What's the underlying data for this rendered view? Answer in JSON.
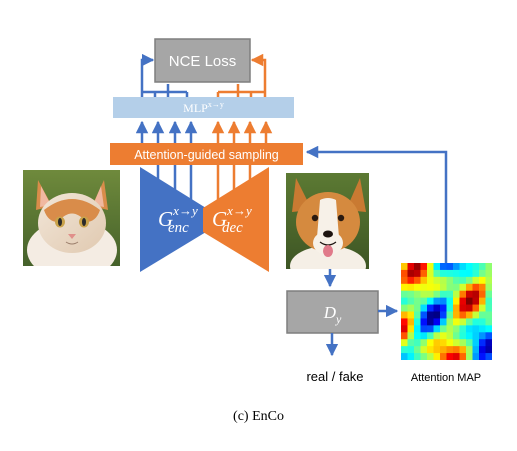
{
  "loss_box": {
    "label": "NCE Loss"
  },
  "mlp_bar": {
    "label": "MLP",
    "superscript": "x→y"
  },
  "sampling_bar": {
    "label": "Attention-guided sampling"
  },
  "encoder": {
    "symbol": "G",
    "superscript": "x→y",
    "subscript": "enc"
  },
  "decoder": {
    "symbol": "G",
    "superscript": "x→y",
    "subscript": "dec"
  },
  "discriminator": {
    "symbol": "D",
    "subscript": "y"
  },
  "output_label": "real / fake",
  "attention_map_label": "Attention MAP",
  "caption": "(c) EnCo",
  "images": [
    {
      "name": "input-cat-image",
      "subject": "cat"
    },
    {
      "name": "output-dog-image",
      "subject": "dog"
    },
    {
      "name": "attention-heatmap-image",
      "subject": "attention map"
    }
  ],
  "colors": {
    "blue": "#4472c4",
    "orange": "#ed7d31",
    "gray_box": "#a6a6a6",
    "gray_border": "#7f7f7f",
    "mlp_fill": "#b4cfe9"
  }
}
